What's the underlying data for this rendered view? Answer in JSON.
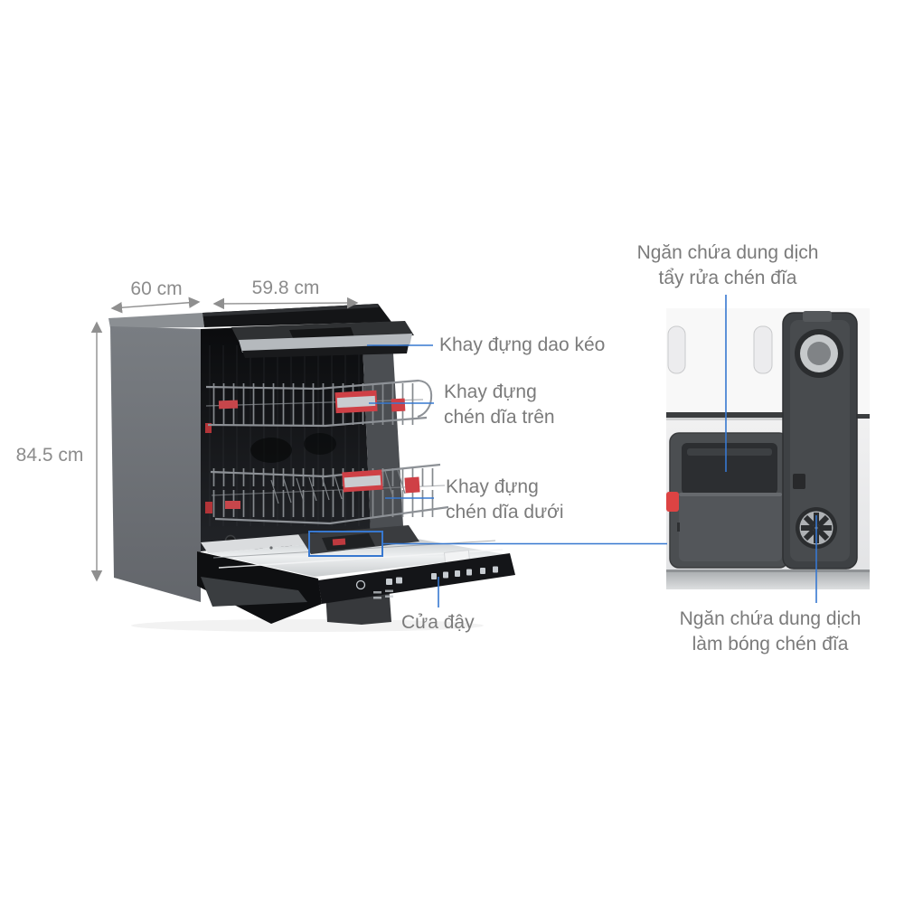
{
  "dimensions": {
    "depth": "60 cm",
    "width": "59.8 cm",
    "height": "84.5 cm"
  },
  "callouts": {
    "cutlery_tray": "Khay đựng dao kéo",
    "upper_rack": [
      "Khay đựng",
      "chén dĩa trên"
    ],
    "lower_rack": [
      "Khay đựng",
      "chén dĩa dưới"
    ],
    "door": "Cửa đậy",
    "detergent": [
      "Ngăn chứa dung dịch",
      "tẩy rửa chén đĩa"
    ],
    "rinse_aid": [
      "Ngăn chứa dung dịch",
      "làm bóng chén đĩa"
    ]
  },
  "colors": {
    "leader_line": "#3778d0",
    "highlight_box": "#3778d0",
    "callout_text": "#7b7b7b",
    "dimension_text": "#8c8c8c",
    "dimension_arrow": "#8f8f8f",
    "accent_red": "#cf4046",
    "cabinet_gray": "#6f7377",
    "cabinet_top_black": "#141517",
    "steel_silver": "#d6d9db",
    "detail_panel_bg": "#ededee",
    "dispenser_dark": "#4b4e51",
    "background": "#ffffff"
  }
}
